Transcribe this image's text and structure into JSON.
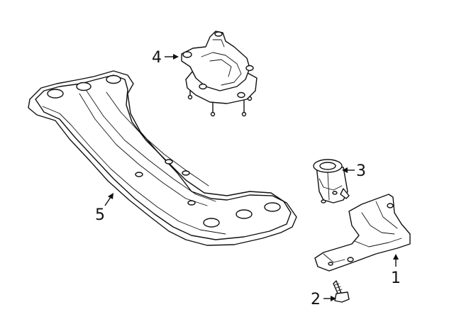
{
  "callouts": {
    "part1": "1",
    "part2": "2",
    "part3": "3",
    "part4": "4",
    "part5": "5"
  }
}
